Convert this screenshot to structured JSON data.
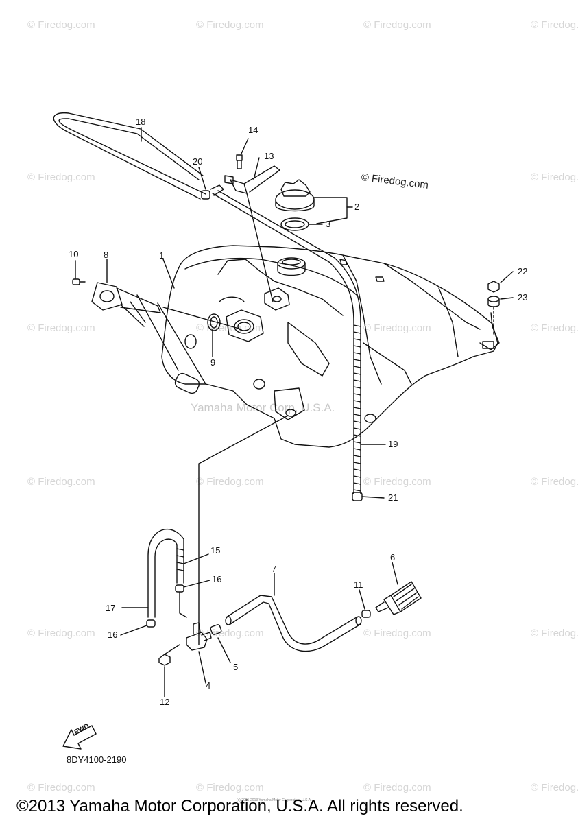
{
  "watermark": "© Firedog.com",
  "watermark_center": "Yamaha Motor Corp, U.S.A.",
  "brand_mark": "© Firedog.com",
  "part_labels": [
    "1",
    "2",
    "3",
    "4",
    "5",
    "6",
    "7",
    "8",
    "9",
    "10",
    "11",
    "12",
    "13",
    "14",
    "15",
    "16",
    "16",
    "17",
    "18",
    "19",
    "20",
    "21",
    "22",
    "23"
  ],
  "diagram_code": "8DY4100-2190",
  "fwd_label": "FWD",
  "tiny_notice": "(c) 2005-2013 Yamaha Motor Corporation, U.S.A.",
  "copyright": "©2013 Yamaha Motor Corporation, U.S.A. All rights reserved.",
  "colors": {
    "line": "#111111",
    "watermark": "#d6d6d6"
  }
}
